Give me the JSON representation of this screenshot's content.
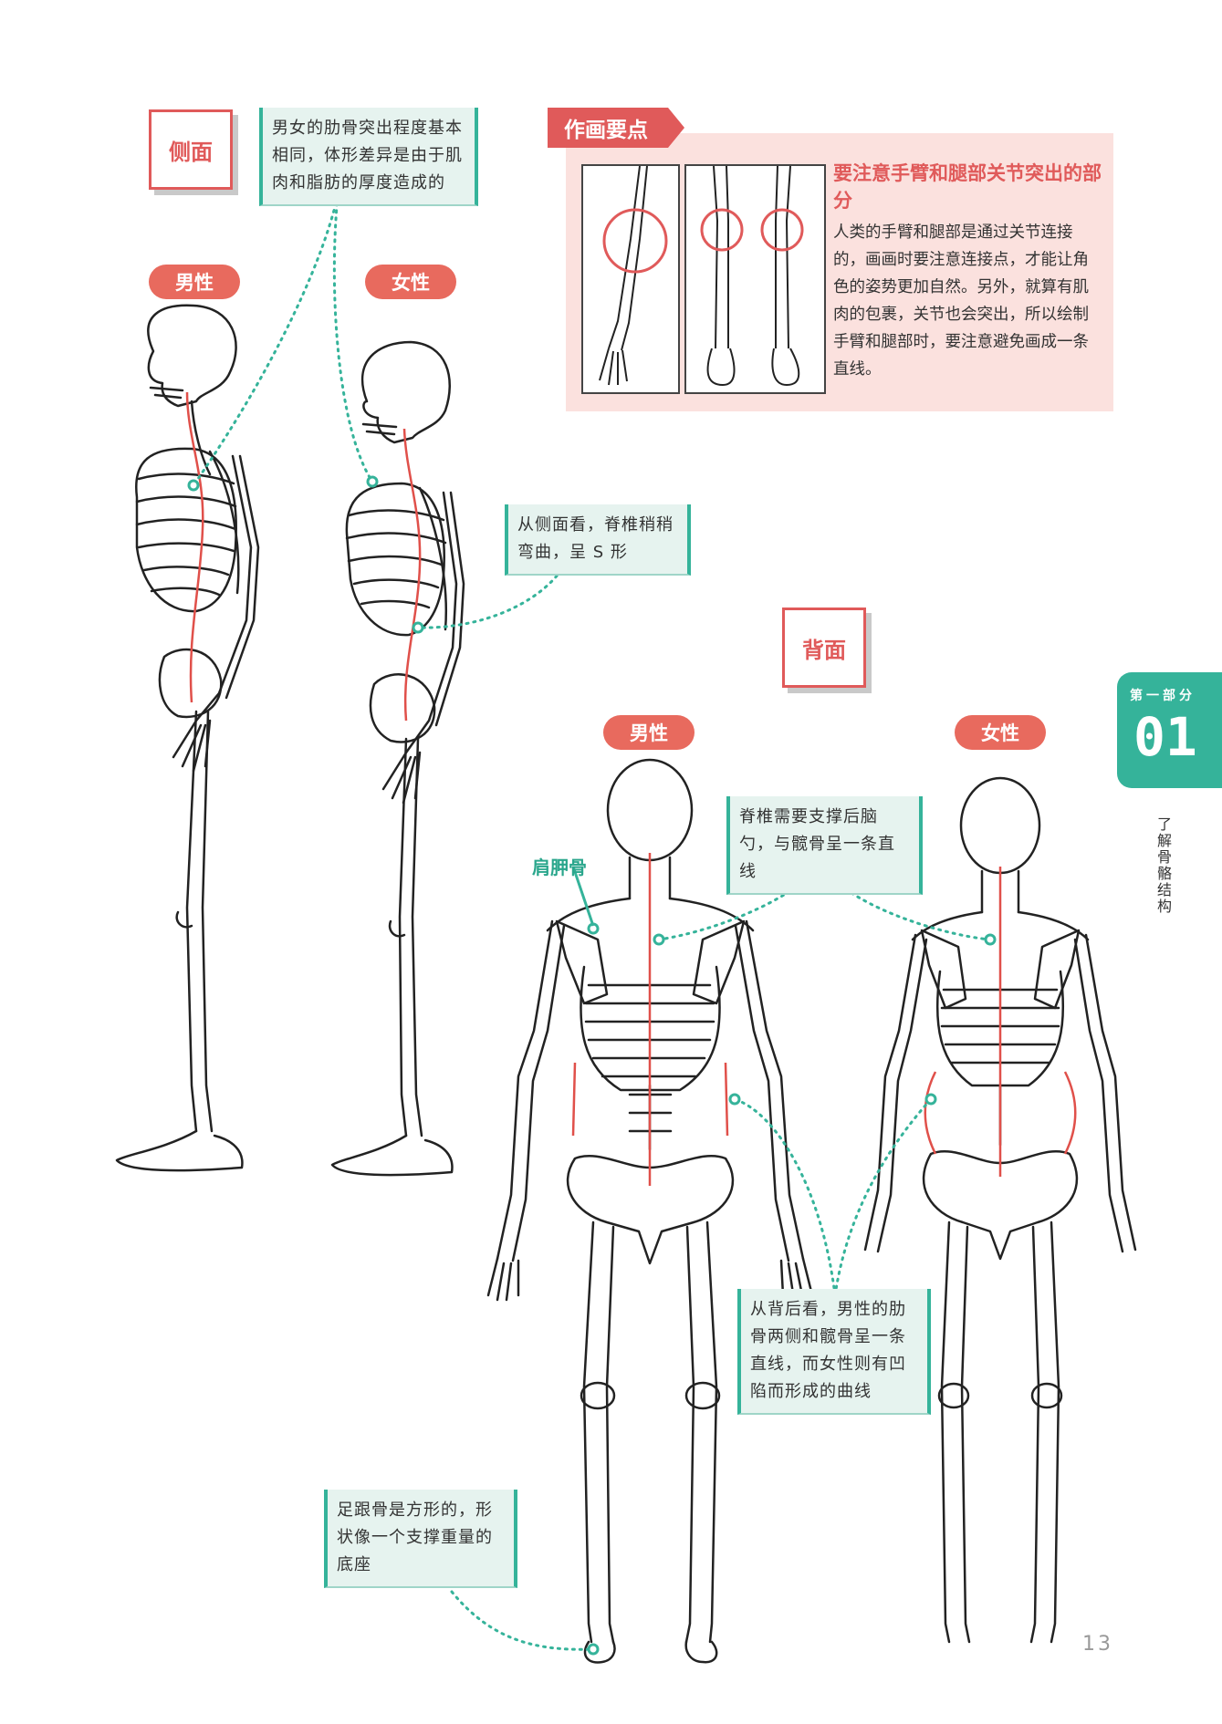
{
  "labels": {
    "side_view": "侧面",
    "back_view": "背面",
    "male": "男性",
    "female": "女性",
    "scapula": "肩胛骨"
  },
  "notes": {
    "ribs": "男女的肋骨突出程度基本相同，体形差异是由于肌肉和脂肪的厚度造成的",
    "spine_side": "从侧面看，脊椎稍稍弯曲，呈 S 形",
    "spine_back": "脊椎需要支撑后脑勺，与髋骨呈一条直线",
    "ribs_back": "从背后看，男性的肋骨两侧和髋骨呈一条直线，而女性则有凹陷而形成的曲线",
    "heel": "足跟骨是方形的，形状像一个支撑重量的底座"
  },
  "tips": {
    "heading": "作画要点",
    "title": "要注意手臂和腿部关节突出的部分",
    "body": "人类的手臂和腿部是通过关节连接的，画画时要注意连接点，才能让角色的姿势更加自然。另外，就算有肌肉的包裹，关节也会突出，所以绘制手臂和腿部时，要注意避免画成一条直线。"
  },
  "chapter_tab": {
    "part": "第一部分",
    "number": "01",
    "subtitle": "了解骨骼结构"
  },
  "page_number": "13",
  "colors": {
    "accent_red": "#e05a5a",
    "pill_red": "#e86a5e",
    "teal": "#35b39a",
    "note_bg": "#e6f3ef",
    "tips_bg": "#fbe1de",
    "spine_line": "#e0504a"
  }
}
